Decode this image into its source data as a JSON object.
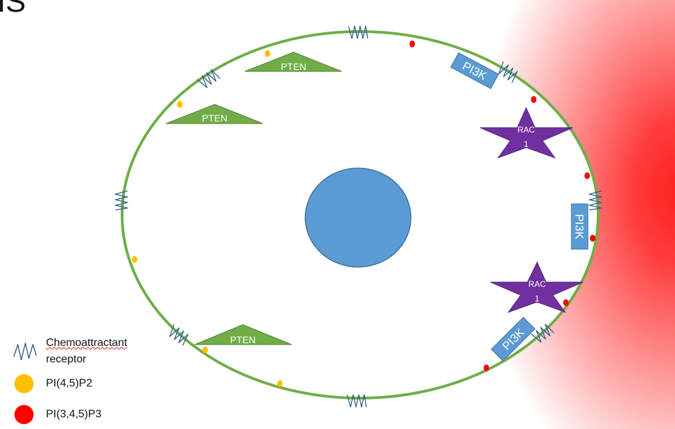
{
  "title_fragment": "IS",
  "labels": {
    "pten": "PTEN",
    "pi3k": "PI3K",
    "rac1_line1": "RAC",
    "rac1_line2": "1"
  },
  "legend": {
    "receptor_line1": "Chemoattractant",
    "receptor_line2": "receptor",
    "pip2": "PI(4,5)P2",
    "pip3": "PI(3,4,5)P3"
  },
  "colors": {
    "membrane": "#70ad47",
    "nucleus": "#5b9bd5",
    "pten": "#70ad47",
    "pi3k": "#5b9bd5",
    "rac1": "#7030a0",
    "receptor": "#2e5d8a",
    "pip2": "#ffc000",
    "pip3": "#ff0000",
    "gradient": "#ff2020"
  },
  "icons": {
    "receptor": "wavy-receptor-icon",
    "pip2": "yellow-dot-icon",
    "pip3": "red-dot-icon"
  }
}
